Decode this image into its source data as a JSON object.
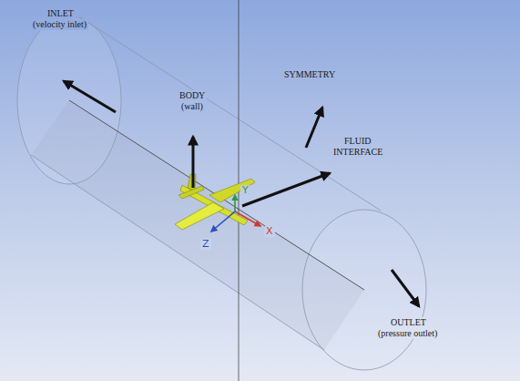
{
  "diagram": {
    "labels": [
      "INLET",
      "(velocity inlet)",
      "BODY",
      "(wall)",
      "SYMMETRY",
      "FLUID",
      "INTERFACE",
      "OUTLET",
      "(pressure outlet)",
      "Y",
      "Z",
      "X"
    ]
  }
}
